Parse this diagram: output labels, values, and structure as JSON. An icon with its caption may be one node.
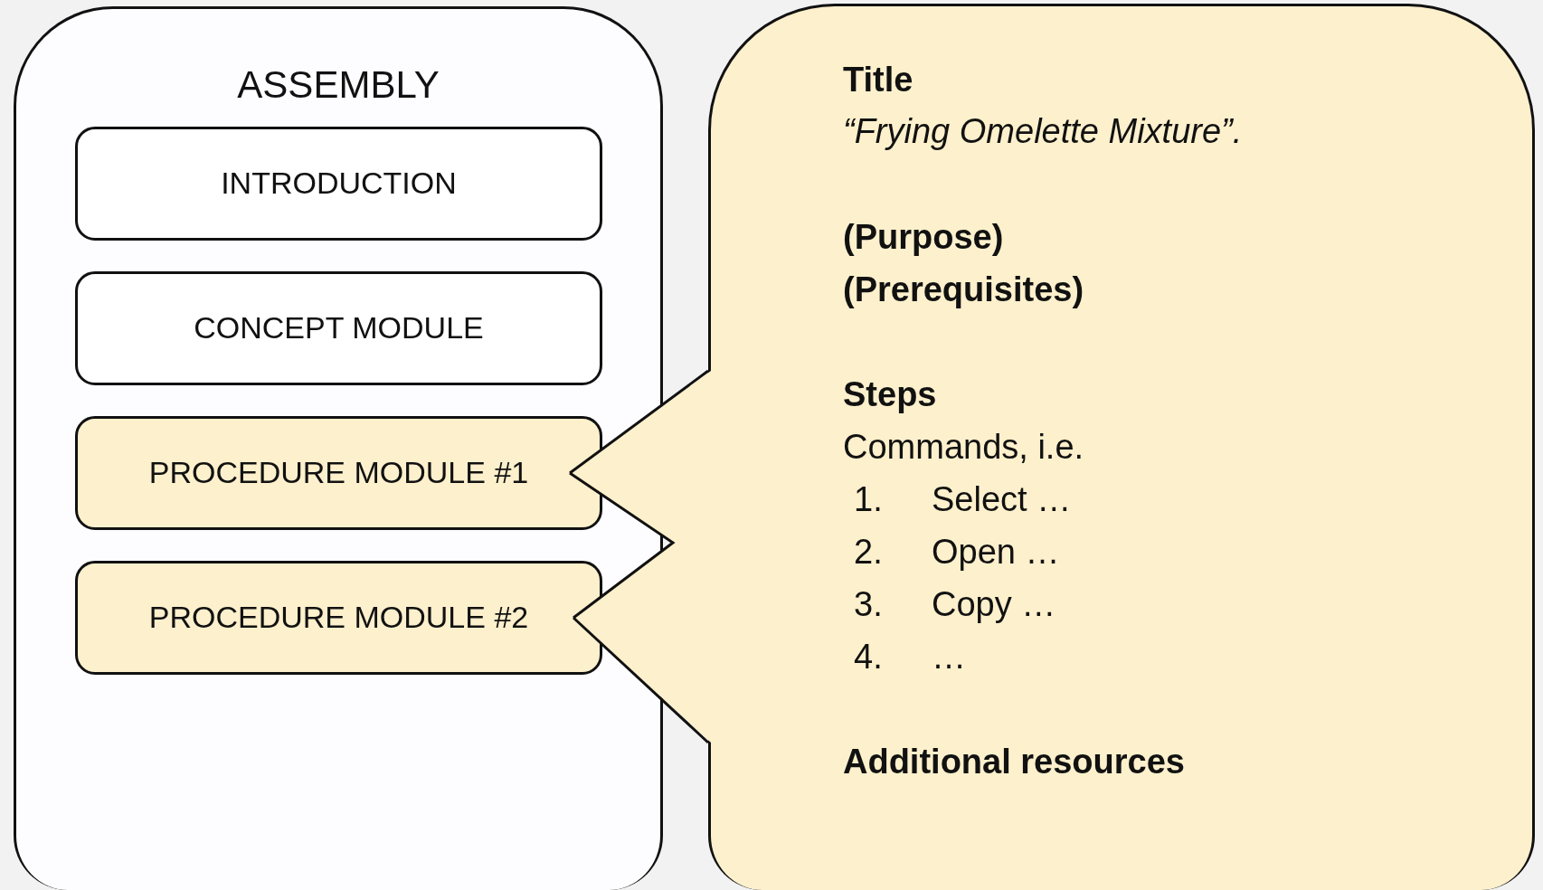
{
  "diagram": {
    "nodes": [
      {
        "text": [
          "ASSEMBLY"
        ]
      },
      {
        "text": [
          "INTRODUCTION"
        ],
        "in": 0
      },
      {
        "text": [
          "CONCEPT MODULE"
        ],
        "in": 0
      },
      {
        "text": [
          "PROCEDURE MODULE #1"
        ],
        "in": 0
      },
      {
        "text": [
          "PROCEDURE MODULE #2"
        ],
        "in": 0
      },
      {
        "text": [
          "Title",
          "“Frying Omelette Mixture”.",
          "(Purpose)",
          "(Prerequisites)",
          "Steps",
          "Commands, i.e.",
          "1. Select …",
          "2. Open …",
          "3. Copy …",
          "4. …",
          "Additional resources"
        ]
      }
    ],
    "edges": [
      {
        "from": 5,
        "to": 3,
        "arrow": "none"
      },
      {
        "from": 5,
        "to": 4,
        "arrow": "none"
      }
    ]
  }
}
